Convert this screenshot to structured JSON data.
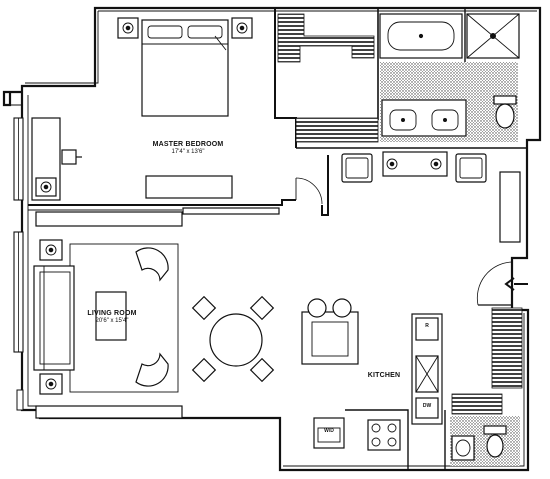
{
  "rooms": {
    "master_bedroom": {
      "name": "MASTER BEDROOM",
      "dims": "17'4\" x 13'6\""
    },
    "living_room": {
      "name": "LIVING ROOM",
      "dims": "20'6\" x 15'4\""
    },
    "kitchen": {
      "name": "KITCHEN"
    }
  },
  "appliances": {
    "washer": "W/D",
    "dishwasher": "DW",
    "refrigerator": "R"
  },
  "colors": {
    "line": "#111111",
    "background": "#ffffff"
  },
  "icons": [
    "entry-arrow-icon"
  ]
}
